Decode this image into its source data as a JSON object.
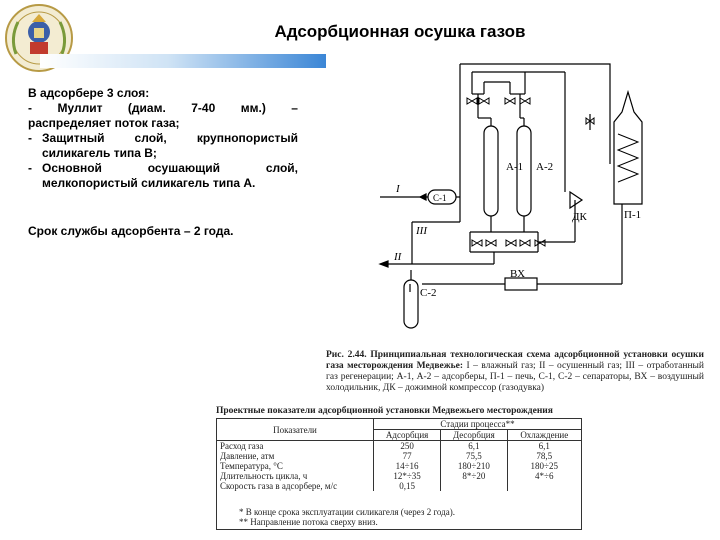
{
  "title": "Адсорбционная осушка газов",
  "text": {
    "intro": "В адсорбере 3 слоя:",
    "mullit_words": [
      "-",
      "Муллит",
      "(диам.",
      "7-40",
      "мм.)",
      "–"
    ],
    "mullit_cont": "распределяет поток газа;",
    "items": [
      {
        "bullet": "-",
        "text": "Защитный слой, крупнопористый силикагель типа В;"
      },
      {
        "bullet": "-",
        "text": "Основной осушающий слой, мелкопористый силикагель типа А."
      }
    ],
    "service_life": "Срок службы адсорбента – 2 года."
  },
  "scheme": {
    "labels": {
      "a1": "А-1",
      "a2": "А-2",
      "c1": "С-1",
      "c2": "С-2",
      "dk": "ДК",
      "p1": "П-1",
      "vkh": "ВХ",
      "stream1": "I",
      "stream2": "II",
      "stream3": "III"
    }
  },
  "caption": {
    "title": "Рис. 2.44. Принципиальная технологическая схема адсорбционной установки осушки газа месторождения Медвежье:",
    "body": "I – влажный газ; II – осушенный газ; III – отработанный газ регенерации; А-1, А-2 – адсорберы, П-1 – печь, С-1, С-2 – сепараторы, ВХ – воздушный холодильник, ДК – дожимной компрессор (газодувка)"
  },
  "table": {
    "title": "Проектные показатели адсорбционной установки Медвежьего месторождения",
    "head_indicator": "Показатели",
    "head_stages": "Стадии процесса**",
    "stages": [
      "Адсорбция",
      "Десорбция",
      "Охлаждение"
    ],
    "rows": [
      {
        "label": "Расход газа",
        "values": [
          "250",
          "6,1",
          "6,1"
        ]
      },
      {
        "label": "Давление, атм",
        "values": [
          "77",
          "75,5",
          "78,5"
        ]
      },
      {
        "label": "Температура, °С",
        "values": [
          "14÷16",
          "180÷210",
          "180÷25"
        ]
      },
      {
        "label": "Длительность цикла, ч",
        "values": [
          "12*÷35",
          "8*÷20",
          "4*÷6"
        ]
      },
      {
        "label": "Скорость газа в адсорбере, м/с",
        "values": [
          "0,15",
          "",
          ""
        ]
      }
    ],
    "notes": [
      "* В конце срока эксплуатации силикагеля (через 2 года).",
      "** Направление потока сверху вниз."
    ]
  }
}
